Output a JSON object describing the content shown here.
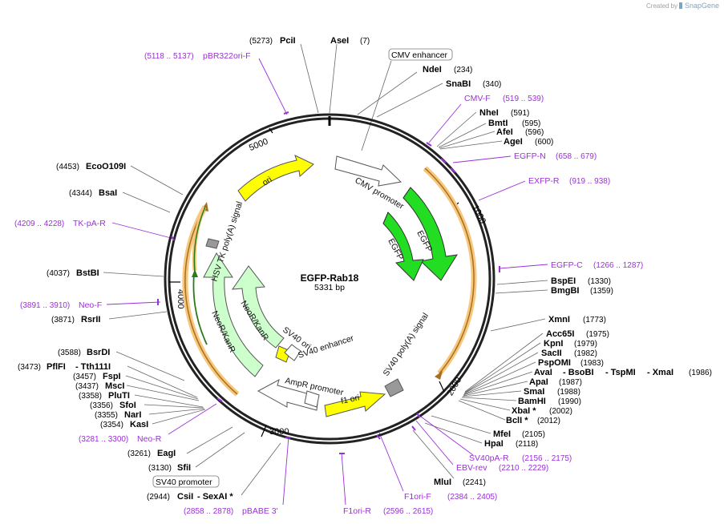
{
  "brand": {
    "created_by": "Created by",
    "name": "SnapGene"
  },
  "plasmid": {
    "name": "EGFP-Rab18",
    "size": "5331 bp"
  },
  "ticks": [
    "1000",
    "2000",
    "3000",
    "4000",
    "5000"
  ],
  "colors": {
    "primer": "#9b30d9",
    "egfp": "#22dd22",
    "ori": "#ffff00",
    "kanr": "#ccffcc",
    "orf": "#f7c77e",
    "grey": "#999999"
  },
  "features": {
    "cmv_promoter": "CMV promoter",
    "egfp_outer": "EGFP",
    "egfp_inner": "EGFP",
    "sv40_polya": "SV40 poly(A) signal",
    "f1_ori": "f1 ori",
    "ampr_promoter": "AmpR promoter",
    "sv40_ori": "SV40 ori",
    "sv40_enhancer": "SV40 enhancer",
    "neor_inner": "NeoR/KanR",
    "neor_outer": "NeoR/KanR",
    "hsv_polya": "HSV TK poly(A) signal",
    "ori": "ori"
  },
  "boxed_labels": {
    "cmv_enhancer": "CMV enhancer",
    "sv40_promoter": "SV40 promoter"
  },
  "sites": {
    "pcii": {
      "name": "PciI",
      "pos": "(5273)"
    },
    "asei": {
      "name": "AseI",
      "pos": "(7)"
    },
    "ndei": {
      "name": "NdeI",
      "pos": "(234)"
    },
    "snabi": {
      "name": "SnaBI",
      "pos": "(340)"
    },
    "nhei": {
      "name": "NheI",
      "pos": "(591)"
    },
    "bmti": {
      "name": "BmtI",
      "pos": "(595)"
    },
    "afei": {
      "name": "AfeI",
      "pos": "(596)"
    },
    "agei": {
      "name": "AgeI",
      "pos": "(600)"
    },
    "bspei": {
      "name": "BspEI",
      "pos": "(1330)"
    },
    "bmgbi": {
      "name": "BmgBI",
      "pos": "(1359)"
    },
    "xmni": {
      "name": "XmnI",
      "pos": "(1773)"
    },
    "acc65i": {
      "name": "Acc65I",
      "pos": "(1975)"
    },
    "kpni": {
      "name": "KpnI",
      "pos": "(1979)"
    },
    "sacii": {
      "name": "SacII",
      "pos": "(1982)"
    },
    "pspomi": {
      "name": "PspOMI",
      "pos": "(1983)"
    },
    "avai": {
      "name": "AvaI",
      "name2": "- BsoBI",
      "name3": "- TspMI",
      "name4": "- XmaI",
      "pos": "(1986)"
    },
    "apai": {
      "name": "ApaI",
      "pos": "(1987)"
    },
    "smai": {
      "name": "SmaI",
      "pos": "(1988)"
    },
    "bamhi": {
      "name": "BamHI",
      "pos": "(1990)"
    },
    "xbai": {
      "name": "XbaI *",
      "pos": "(2002)"
    },
    "bcli": {
      "name": "BclI *",
      "pos": "(2012)"
    },
    "mfei": {
      "name": "MfeI",
      "pos": "(2105)"
    },
    "hpai": {
      "name": "HpaI",
      "pos": "(2118)"
    },
    "mlui": {
      "name": "MluI",
      "pos": "(2241)"
    },
    "csii": {
      "name": "CsiI",
      "name2": "- SexAI *",
      "pos": "(2944)"
    },
    "sfii": {
      "name": "SfiI",
      "pos": "(3130)"
    },
    "eagi": {
      "name": "EagI",
      "pos": "(3261)"
    },
    "kasi": {
      "name": "KasI",
      "pos": "(3354)"
    },
    "nari": {
      "name": "NarI",
      "pos": "(3355)"
    },
    "sfoi": {
      "name": "SfoI",
      "pos": "(3356)"
    },
    "pluti": {
      "name": "PluTI",
      "pos": "(3358)"
    },
    "msci": {
      "name": "MscI",
      "pos": "(3437)"
    },
    "fspi": {
      "name": "FspI",
      "pos": "(3457)"
    },
    "pflfi": {
      "name": "PflFI",
      "name2": "- Tth111I",
      "pos": "(3473)"
    },
    "bsrdi": {
      "name": "BsrDI",
      "pos": "(3588)"
    },
    "rsrii": {
      "name": "RsrII",
      "pos": "(3871)"
    },
    "bstbi": {
      "name": "BstBI",
      "pos": "(4037)"
    },
    "bsai": {
      "name": "BsaI",
      "pos": "(4344)"
    },
    "ecoo109i": {
      "name": "EcoO109I",
      "pos": "(4453)"
    }
  },
  "primers": {
    "pbr322ori_f": {
      "name": "pBR322ori-F",
      "range": "(5118 .. 5137)"
    },
    "cmv_f": {
      "name": "CMV-F",
      "range": "(519 .. 539)"
    },
    "egfp_n": {
      "name": "EGFP-N",
      "range": "(658 .. 679)"
    },
    "exfp_r": {
      "name": "EXFP-R",
      "range": "(919 .. 938)"
    },
    "egfp_c": {
      "name": "EGFP-C",
      "range": "(1266 .. 1287)"
    },
    "sv40pa_r": {
      "name": "SV40pA-R",
      "range": "(2156 .. 2175)"
    },
    "ebv_rev": {
      "name": "EBV-rev",
      "range": "(2210 .. 2229)"
    },
    "f1ori_f": {
      "name": "F1ori-F",
      "range": "(2384 .. 2405)"
    },
    "f1ori_r": {
      "name": "F1ori-R",
      "range": "(2596 .. 2615)"
    },
    "pbabe3": {
      "name": "pBABE 3'",
      "range": "(2858 .. 2878)"
    },
    "neo_r": {
      "name": "Neo-R",
      "range": "(3281 .. 3300)"
    },
    "neo_f": {
      "name": "Neo-F",
      "range": "(3891 .. 3910)"
    },
    "tkpa_r": {
      "name": "TK-pA-R",
      "range": "(4209 .. 4228)"
    }
  }
}
